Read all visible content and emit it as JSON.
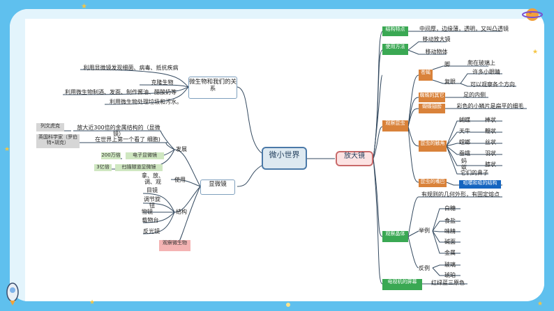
{
  "center": "微小世界",
  "left": {
    "relation": {
      "label": "微生物和我们的关系",
      "leaves": [
        "利用显微镜发现细菌、病毒、抵抗疾病",
        "克隆生物",
        "利用微生物制酒、发面、制作酱油、醋酸奶等",
        "利用微生物处理垃圾和污水。"
      ]
    },
    "microscope": {
      "label": "显微镜",
      "development": {
        "label": "发展",
        "items": [
          {
            "who": "列文虎克",
            "what": "放大近300倍的金属结构的（显微镜）"
          },
          {
            "who": "英国科学家（罗伯特•胡克）",
            "what": "在世界上第一个看了 细胞)"
          },
          {
            "who": "200万倍",
            "what": "电子显微镜"
          },
          {
            "who": "3亿倍",
            "what": "扫描隧道显微镜"
          }
        ]
      },
      "use": {
        "label": "使用",
        "text": "拿、放、调、观"
      },
      "structure": {
        "label": "结构",
        "parts": [
          "目镜",
          "调节旋钮",
          "物镜",
          "载物台",
          "反光镜"
        ]
      },
      "observe": "观察微生物"
    }
  },
  "right": {
    "label": "放大镜",
    "structure": {
      "label": "结构特点",
      "text": "中间厚，边缘薄，透明，又叫凸透镜"
    },
    "usage": {
      "label": "使用方法",
      "items": [
        "移动放大镜",
        "移动物体"
      ]
    },
    "insects": {
      "label": "观察昆虫",
      "fly": {
        "label": "苍蝇",
        "parts": [
          {
            "name": "脚",
            "text": "爬在玻璃上"
          },
          {
            "name": "复眼",
            "items": [
              "许多小眼睛",
              "可以观察各个方向"
            ]
          }
        ]
      },
      "spider": {
        "label": "蜘蛛的其它",
        "text": "足的内侧"
      },
      "butterfly": {
        "label": "蝴蝶翅膀",
        "text": "彩色的小鳞片是扁平的细毛"
      },
      "antenna": {
        "label": "昆虫的触角",
        "rows": [
          {
            "name": "蝴蝶",
            "shape": "棒状"
          },
          {
            "name": "天牛",
            "shape": "鞭状"
          },
          {
            "name": "螳螂",
            "shape": "丝状"
          },
          {
            "name": "蚕蛾",
            "shape": "羽状"
          },
          {
            "name": "蚂蚁",
            "shape": "膝状"
          }
        ],
        "note": "它们的鼻子"
      },
      "mouth": {
        "label": "昆虫的嘴巴",
        "text": "咀嚼和吸的结构"
      }
    },
    "crystal": {
      "label": "观察晶体",
      "definition": "有规则的几何外形，有固定熔点",
      "examples": {
        "label": "举例",
        "items": [
          "白糖",
          "食盐",
          "味精",
          "碱面",
          "金属"
        ]
      },
      "counter": {
        "label": "反例",
        "items": [
          "玻璃",
          "琥珀"
        ]
      }
    },
    "screen": {
      "label": "电视机的屏幕",
      "text": "红绿蓝三原色"
    }
  }
}
